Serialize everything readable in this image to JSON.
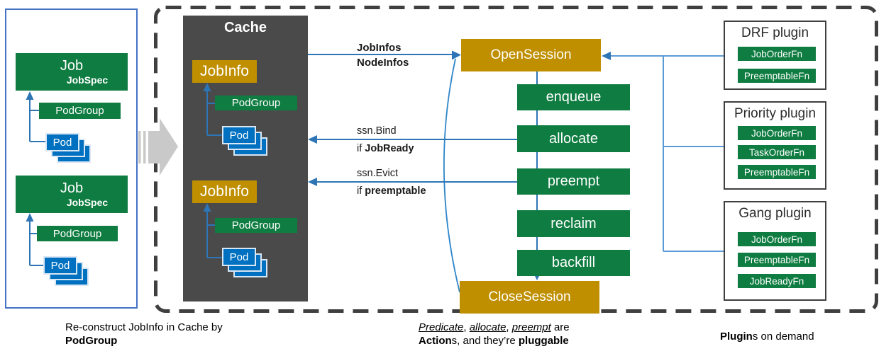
{
  "left_panel": {
    "groups": [
      {
        "job_label": "Job",
        "jobspec_label": "JobSpec",
        "podgroup_label": "PodGroup",
        "pod_label": "Pod"
      },
      {
        "job_label": "Job",
        "jobspec_label": "JobSpec",
        "podgroup_label": "PodGroup",
        "pod_label": "Pod"
      }
    ],
    "caption": {
      "line1": "Re-construct JobInfo in Cache by",
      "line2_bold": "PodGroup"
    }
  },
  "cache": {
    "title": "Cache",
    "groups": [
      {
        "jobinfo_label": "JobInfo",
        "podgroup_label": "PodGroup",
        "pod_label": "Pod"
      },
      {
        "jobinfo_label": "JobInfo",
        "podgroup_label": "PodGroup",
        "pod_label": "Pod"
      }
    ]
  },
  "pipeline": {
    "open_session": "OpenSession",
    "actions": [
      "enqueue",
      "allocate",
      "preempt",
      "reclaim",
      "backfill"
    ],
    "close_session": "CloseSession"
  },
  "edge_labels": {
    "cache_to_open_line1": "JobInfos",
    "cache_to_open_line2": "NodeInfos",
    "allocate_to_cache": "ssn.Bind",
    "allocate_cond_prefix": "if ",
    "allocate_cond_bold": "JobReady",
    "preempt_to_cache": "ssn.Evict",
    "preempt_cond_prefix": "if ",
    "preempt_cond_bold": "preemptable"
  },
  "plugins": [
    {
      "title": "DRF plugin",
      "fns": [
        "JobOrderFn",
        "PreemptableFn"
      ]
    },
    {
      "title": "Priority plugin",
      "fns": [
        "JobOrderFn",
        "TaskOrderFn",
        "PreemptableFn"
      ]
    },
    {
      "title": "Gang plugin",
      "fns": [
        "JobOrderFn",
        "PreemptableFn",
        "JobReadyFn"
      ]
    }
  ],
  "captions": {
    "actions_note": {
      "w1": "Predicate",
      "s1": ", ",
      "w2": "allocate",
      "s2": ", ",
      "w3": "preempt",
      "s3": " are",
      "b1": "Action",
      "m1": "s, and they’re ",
      "b2": "pluggable"
    },
    "plugins_note": {
      "bold": "Plugin",
      "rest": "s on demand"
    }
  },
  "colors": {
    "box_green": "#0f7c41",
    "box_gold": "#bf8f00",
    "pod_blue": "#0070c0",
    "pod_border": "#d9e6f4",
    "connector_blue": "#2e75b6",
    "plugin_connector_blue": "#5b9bd5",
    "cache_gray": "#4a4a4a",
    "dashed_border_gray": "#3f3f3f",
    "panel_border_blue": "#4472c4",
    "block_arrow_gray": "#c9c9c9"
  }
}
